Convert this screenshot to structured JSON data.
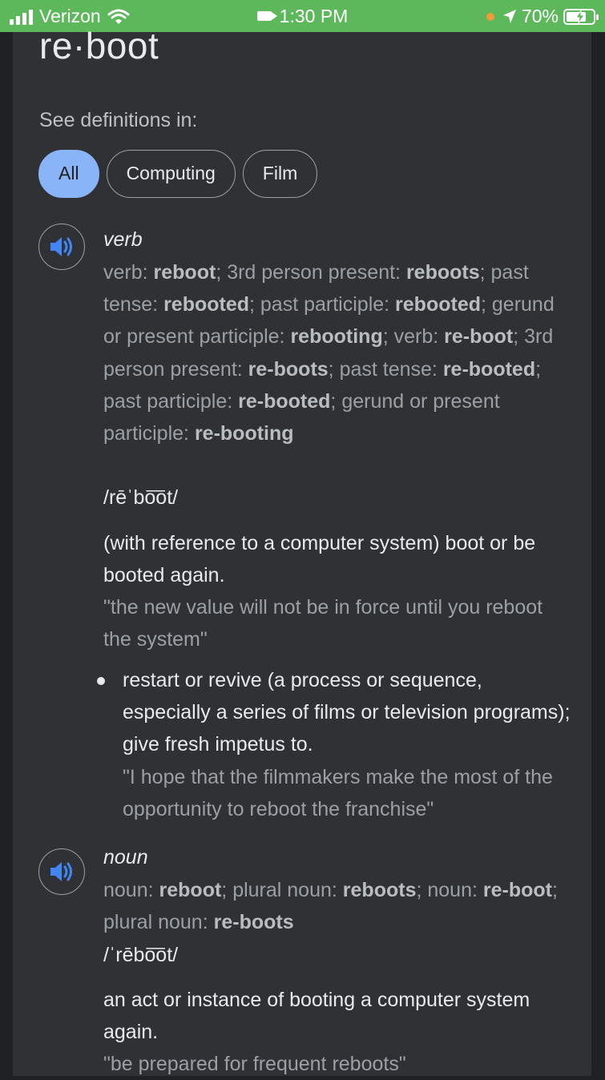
{
  "status_bar": {
    "carrier": "Verizon",
    "time": "1:30 PM",
    "battery_percent": "70%",
    "colors": {
      "background": "#5db85b"
    },
    "icons": [
      "signal-bars-icon",
      "wifi-icon",
      "video-camera-icon",
      "location-arrow-icon",
      "battery-charging-icon"
    ]
  },
  "entry": {
    "headword": "re·boot",
    "see_definitions_label": "See definitions in:",
    "chips": [
      {
        "label": "All",
        "active": true
      },
      {
        "label": "Computing",
        "active": false
      },
      {
        "label": "Film",
        "active": false
      }
    ],
    "verb": {
      "pos": "verb",
      "forms": [
        {
          "t": "verb: "
        },
        {
          "t": "reboot",
          "b": true
        },
        {
          "t": "; 3rd person present: "
        },
        {
          "t": "reboots",
          "b": true
        },
        {
          "t": "; past tense: "
        },
        {
          "t": "rebooted",
          "b": true
        },
        {
          "t": "; past participle: "
        },
        {
          "t": "rebooted",
          "b": true
        },
        {
          "t": "; gerund or present participle: "
        },
        {
          "t": "rebooting",
          "b": true
        },
        {
          "t": "; verb: "
        },
        {
          "t": "re-boot",
          "b": true
        },
        {
          "t": "; 3rd person present: "
        },
        {
          "t": "re-boots",
          "b": true
        },
        {
          "t": "; past tense: "
        },
        {
          "t": "re-booted",
          "b": true
        },
        {
          "t": "; past participle: "
        },
        {
          "t": "re-booted",
          "b": true
        },
        {
          "t": "; gerund or present participle: "
        },
        {
          "t": "re-booting",
          "b": true
        }
      ],
      "phonetic": "/rēˈbo͞ot/",
      "definition": "(with reference to a computer system) boot or be booted again.",
      "example": "\"the new value will not be in force until you reboot the system\"",
      "sub_definition": "restart or revive (a process or sequence, especially a series of films or television programs); give fresh impetus to.",
      "sub_example": "\"I hope that the filmmakers make the most of the opportunity to reboot the franchise\""
    },
    "noun": {
      "pos": "noun",
      "forms": [
        {
          "t": "noun: "
        },
        {
          "t": "reboot",
          "b": true
        },
        {
          "t": "; plural noun: "
        },
        {
          "t": "reboots",
          "b": true
        },
        {
          "t": "; noun: "
        },
        {
          "t": "re-boot",
          "b": true
        },
        {
          "t": "; plural noun: "
        },
        {
          "t": "re-boots",
          "b": true
        }
      ],
      "phonetic": "/ˈrēbo͞ot/",
      "definition": "an act or instance of booting a computer system again.",
      "example": "\"be prepared for frequent reboots\""
    },
    "colors": {
      "accent": "#8ab4f8",
      "speaker_icon": "#4285f4",
      "card": "#303134"
    }
  }
}
